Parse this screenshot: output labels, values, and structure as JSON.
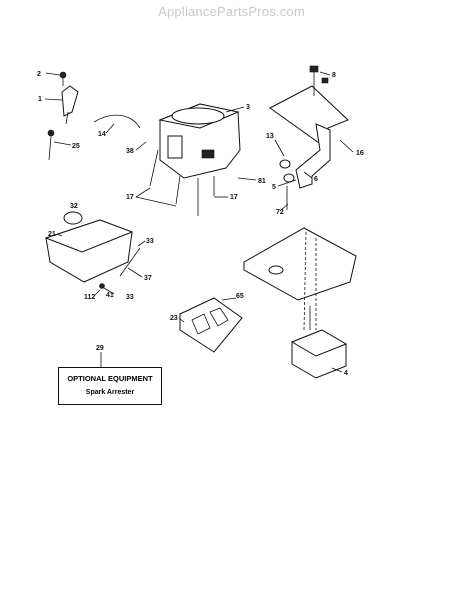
{
  "watermark": "AppliancePartsPros.com",
  "optional_box": {
    "title": "OPTIONAL EQUIPMENT",
    "subtitle": "Spark Arrester"
  },
  "callouts": {
    "c2": "2",
    "c1": "1",
    "c25": "25",
    "c14": "14",
    "c3": "3",
    "c38": "38",
    "c17a": "17",
    "c17b": "17",
    "c81": "81",
    "c8": "8",
    "c16": "16",
    "c13": "13",
    "c5": "5",
    "c6": "6",
    "c72": "72",
    "c32": "32",
    "c21": "21",
    "c33a": "33",
    "c37": "37",
    "c112": "112",
    "c41": "41",
    "c33b": "33",
    "c23": "23",
    "c65": "65",
    "c29": "29",
    "c4": "4"
  }
}
